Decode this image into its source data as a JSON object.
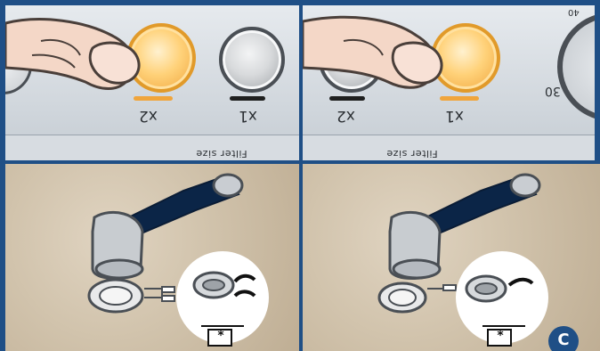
{
  "panels": {
    "top_left": {
      "buttons": [
        {
          "label": "x2",
          "state": "pressed",
          "color": "#f0a53c"
        },
        {
          "label": "x1",
          "state": "normal",
          "color": "#ffffff"
        }
      ],
      "filter_label": "Filter size"
    },
    "top_right": {
      "buttons": [
        {
          "label": "x2",
          "state": "normal",
          "color": "#ffffff"
        },
        {
          "label": "x1",
          "state": "pressed",
          "color": "#f0a53c"
        }
      ],
      "filter_label": "Filter size",
      "dial_values": [
        "30",
        "40"
      ]
    },
    "bottom_left": {
      "symbol": "*"
    },
    "bottom_right": {
      "symbol": "*",
      "step_badge": "C"
    }
  },
  "colors": {
    "frame": "#1f4f86",
    "machine_panel": "#d7dce1",
    "tan_background": "#d1c3ac",
    "accent_gold": "#f0a53c"
  }
}
